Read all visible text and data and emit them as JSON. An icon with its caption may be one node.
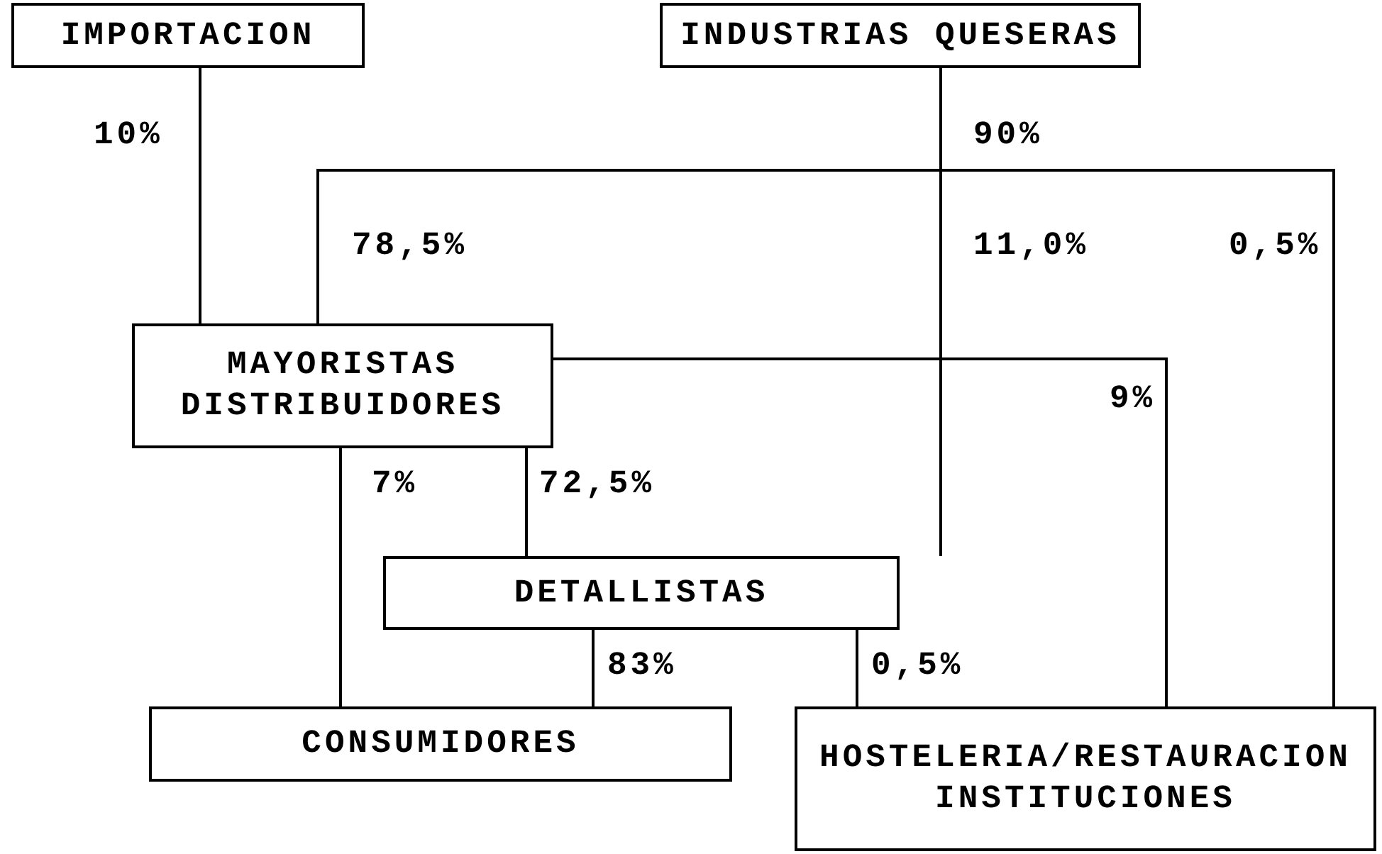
{
  "diagram": {
    "nodes": [
      {
        "text": [
          "IMPORTACION"
        ]
      },
      {
        "text": [
          "INDUSTRIAS QUESERAS"
        ]
      },
      {
        "text": [
          "MAYORISTAS DISTRIBUIDORES"
        ]
      },
      {
        "text": [
          "DETALLISTAS"
        ]
      },
      {
        "text": [
          "CONSUMIDORES"
        ]
      },
      {
        "text": [
          "HOSTELERIA/RESTAURACION INSTITUCIONES"
        ]
      }
    ],
    "edges": [
      {
        "from": 0,
        "to": 2,
        "arrow": "none",
        "label": "10%"
      },
      {
        "from": 1,
        "to": 2,
        "arrow": "none",
        "label": "78,5%"
      },
      {
        "from": 1,
        "to": 3,
        "arrow": "none",
        "label": "11,0%"
      },
      {
        "from": 1,
        "to": 5,
        "arrow": "none",
        "label": "0,5%"
      },
      {
        "from": 2,
        "to": 5,
        "arrow": "none",
        "label": "9%"
      },
      {
        "from": 2,
        "to": 4,
        "arrow": "none",
        "label": "7%"
      },
      {
        "from": 2,
        "to": 3,
        "arrow": "none",
        "label": "72,5%"
      },
      {
        "from": 3,
        "to": 4,
        "arrow": "none",
        "label": "83%"
      },
      {
        "from": 3,
        "to": 5,
        "arrow": "none",
        "label": "0,5%"
      }
    ],
    "labels": [
      "90%"
    ]
  }
}
